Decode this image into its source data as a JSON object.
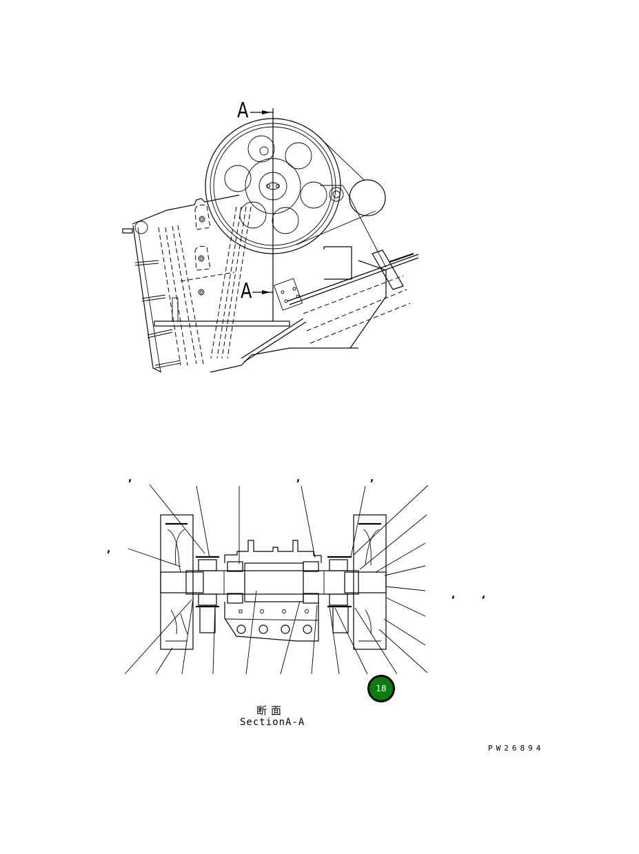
{
  "drawing": {
    "section_marker_top": "A",
    "section_marker_bottom": "A",
    "section_title_jp": "断面",
    "section_title_en": "SectionA-A",
    "drawing_number": "PW26894"
  },
  "callout_badge": {
    "number": "18",
    "color": "#0a7d0a"
  },
  "leader_separators": [
    ",",
    ",",
    ",",
    ",",
    ",",
    ","
  ],
  "views": [
    {
      "name": "side-elevation",
      "description": "Jaw crusher side view with flywheel, pulley and toggle assembly"
    },
    {
      "name": "section-a-a",
      "description": "Cross-section of eccentric shaft with bearings and flywheels"
    }
  ]
}
